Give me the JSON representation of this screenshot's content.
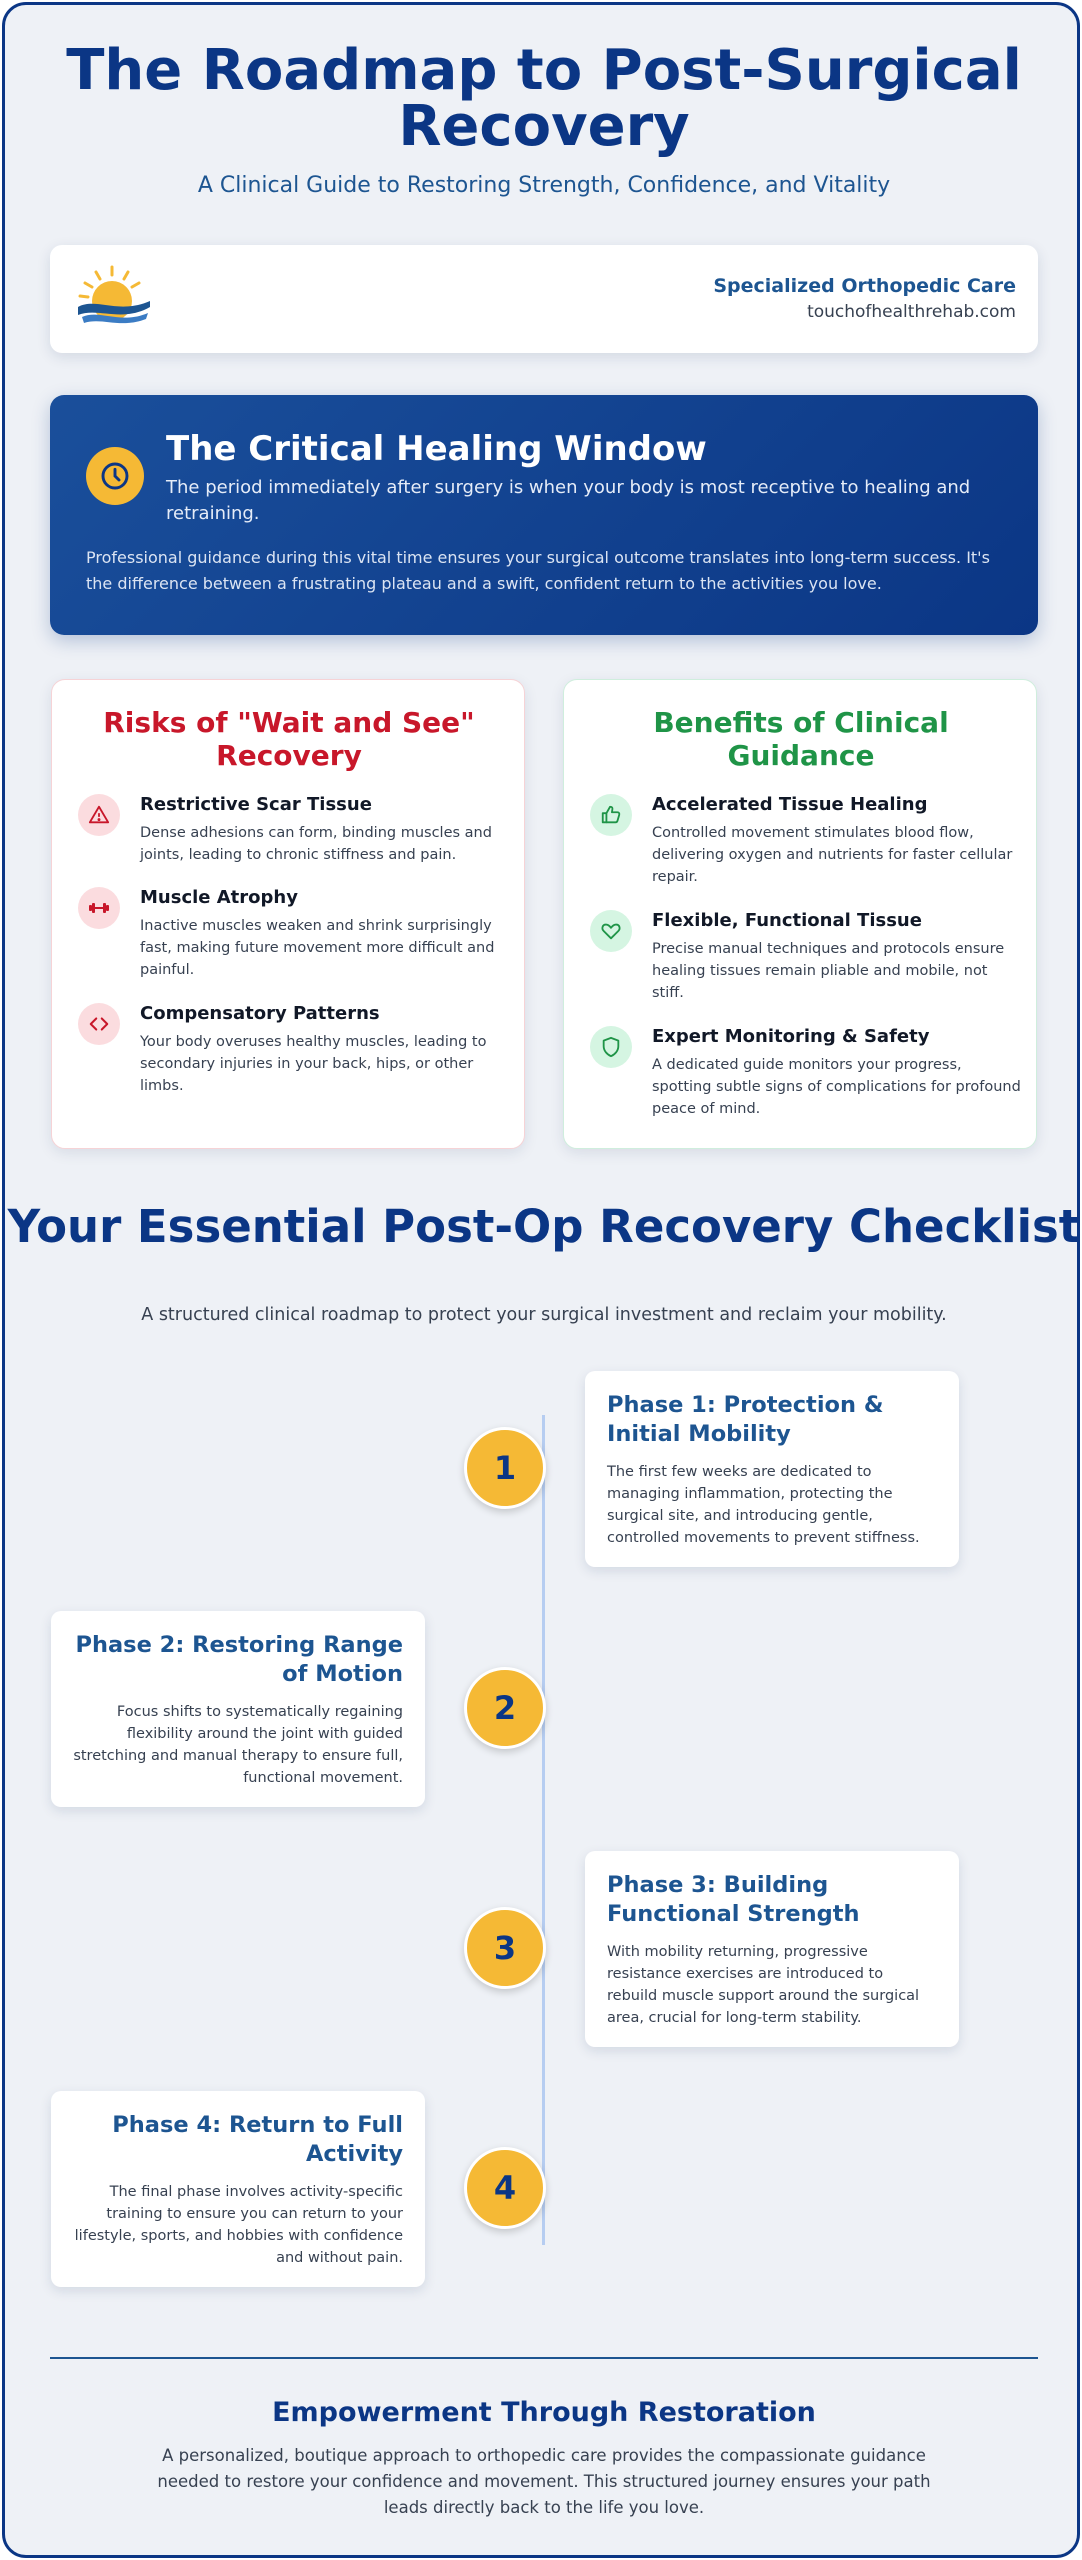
{
  "header": {
    "title": "The Roadmap to Post-Surgical Recovery",
    "subtitle": "A Clinical Guide to Restoring Strength, Confidence, and Vitality"
  },
  "brand": {
    "logo_icon": "sunrise-wave-logo",
    "name": "Specialized Orthopedic Care",
    "url": "touchofhealthrehab.com"
  },
  "healing_window": {
    "icon": "clock-icon",
    "title": "The Critical Healing Window",
    "lead": "The period immediately after surgery is when your body is most receptive to healing and retraining.",
    "body": "Professional guidance during this vital time ensures your surgical outcome translates into long-term success. It's the difference between a frustrating plateau and a swift, confident return to the activities you love."
  },
  "risks": {
    "title": "Risks of \"Wait and See\" Recovery",
    "items": [
      {
        "icon": "warning-icon",
        "title": "Restrictive Scar Tissue",
        "desc": "Dense adhesions can form, binding muscles and joints, leading to chronic stiffness and pain."
      },
      {
        "icon": "dumbbell-icon",
        "title": "Muscle Atrophy",
        "desc": "Inactive muscles weaken and shrink surprisingly fast, making future movement more difficult and painful."
      },
      {
        "icon": "code-brackets-icon",
        "title": "Compensatory Patterns",
        "desc": "Your body overuses healthy muscles, leading to secondary injuries in your back, hips, or other limbs."
      }
    ]
  },
  "benefits": {
    "title": "Benefits of Clinical Guidance",
    "items": [
      {
        "icon": "thumbs-up-icon",
        "title": "Accelerated Tissue Healing",
        "desc": "Controlled movement stimulates blood flow, delivering oxygen and nutrients for faster cellular repair."
      },
      {
        "icon": "heart-icon",
        "title": "Flexible, Functional Tissue",
        "desc": "Precise manual techniques and protocols ensure healing tissues remain pliable and mobile, not stiff."
      },
      {
        "icon": "shield-icon",
        "title": "Expert Monitoring & Safety",
        "desc": "A dedicated guide monitors your progress, spotting subtle signs of complications for profound peace of mind."
      }
    ]
  },
  "checklist": {
    "title": "Your Essential Post-Op Recovery Checklist",
    "subtitle": "A structured clinical roadmap to protect your surgical investment and reclaim your mobility.",
    "phases": [
      {
        "number": "1",
        "title": "Phase 1: Protection & Initial Mobility",
        "desc": "The first few weeks are dedicated to managing inflammation, protecting the surgical site, and introducing gentle, controlled movements to prevent stiffness."
      },
      {
        "number": "2",
        "title": "Phase 2: Restoring Range of Motion",
        "desc": "Focus shifts to systematically regaining flexibility around the joint with guided stretching and manual therapy to ensure full, functional movement."
      },
      {
        "number": "3",
        "title": "Phase 3: Building Functional Strength",
        "desc": "With mobility returning, progressive resistance exercises are introduced to rebuild muscle support around the surgical area, crucial for long-term stability."
      },
      {
        "number": "4",
        "title": "Phase 4: Return to Full Activity",
        "desc": "The final phase involves activity-specific training to ensure you can return to your lifestyle, sports, and hobbies with confidence and without pain."
      }
    ]
  },
  "footer": {
    "title": "Empowerment Through Restoration",
    "body": "A personalized, boutique approach to orthopedic care provides the compassionate guidance needed to restore your confidence and movement. This structured journey ensures your path leads directly back to the life you love."
  },
  "colors": {
    "navy": "#0b3685",
    "blue": "#1d5591",
    "gold": "#f5b935",
    "risk_red": "#c8172a",
    "benefit_green": "#1f9447",
    "background": "#eef1f6"
  }
}
